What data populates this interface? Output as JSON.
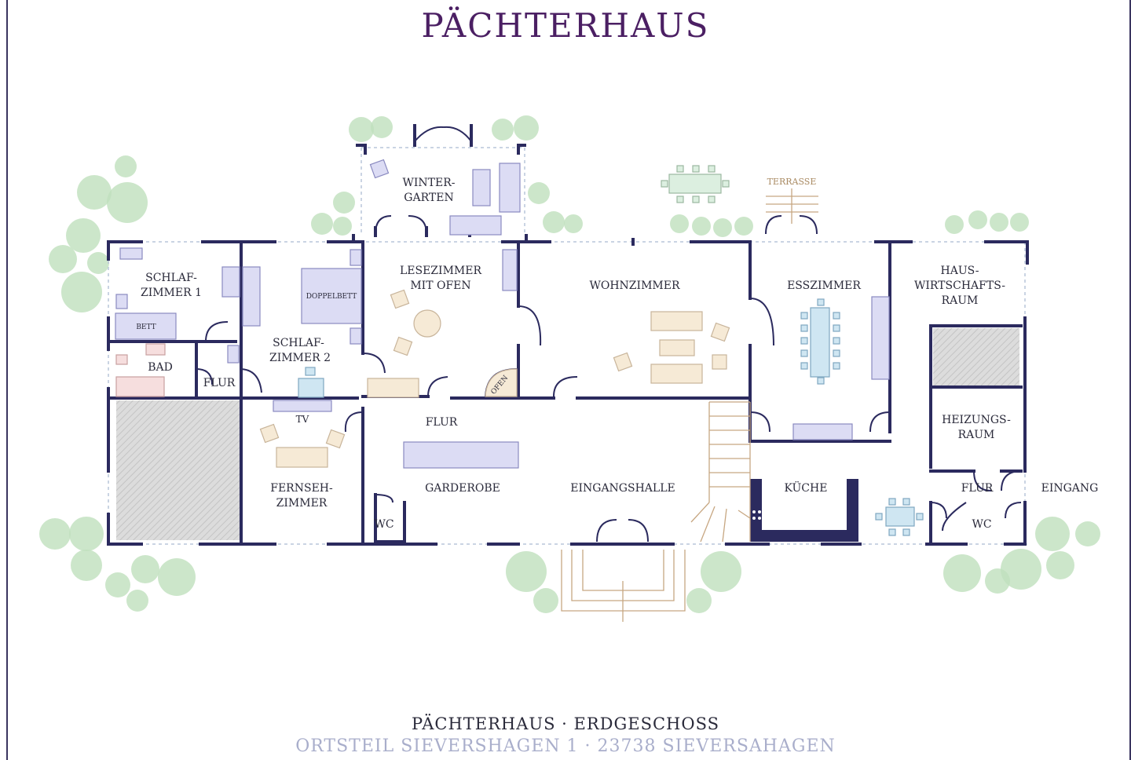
{
  "title": "PÄCHTERHAUS",
  "footer": {
    "line1": "PÄCHTERHAUS · ERDGESCHOSS",
    "line2": "ORTSTEIL SIEVERSHAGEN 1 · 23738 SIEVERSAHAGEN"
  },
  "rooms": {
    "wintergarten_1": "WINTER-",
    "wintergarten_2": "GARTEN",
    "schlaf1_1": "SCHLAF-",
    "schlaf1_2": "ZIMMER 1",
    "schlaf2_1": "SCHLAF-",
    "schlaf2_2": "ZIMMER 2",
    "lese_1": "LESEZIMMER",
    "lese_2": "MIT OFEN",
    "wohn": "WOHNZIMMER",
    "ess": "ESSZIMMER",
    "hw_1": "HAUS-",
    "hw_2": "WIRTSCHAFTS-",
    "hw_3": "RAUM",
    "bad": "BAD",
    "flur_left": "FLUR",
    "flur_mid": "FLUR",
    "flur_right": "FLUR",
    "fern_1": "FERNSEH-",
    "fern_2": "ZIMMER",
    "garderobe": "GARDEROBE",
    "eingangshalle": "EINGANGSHALLE",
    "kueche": "KÜCHE",
    "heiz_1": "HEIZUNGS-",
    "heiz_2": "RAUM",
    "eingang": "EINGANG",
    "wc_left": "WC",
    "wc_right": "WC"
  },
  "furniture": {
    "bett": "BETT",
    "doppelbett": "DOPPELBETT",
    "tv": "TV",
    "ofen": "OFEN",
    "terrasse": "TERRASSE"
  },
  "colors": {
    "wall": "#2b2a5e",
    "title": "#4b1f63",
    "tree": "#bfe0bd"
  }
}
